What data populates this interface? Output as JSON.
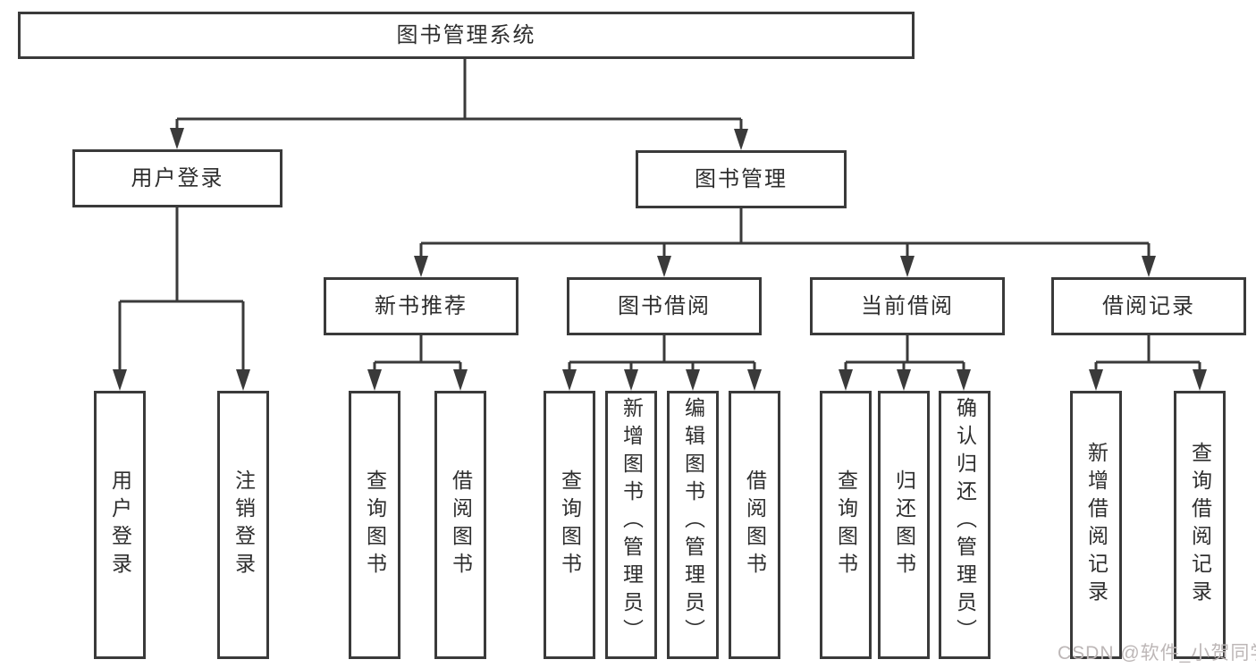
{
  "tree": {
    "root": {
      "label": "图书管理系统"
    },
    "branches": [
      {
        "label": "用户登录",
        "leaves": [
          "用户登录",
          "注销登录"
        ]
      },
      {
        "label": "图书管理",
        "groups": [
          {
            "label": "新书推荐",
            "leaves": [
              "查询图书",
              "借阅图书"
            ]
          },
          {
            "label": "图书借阅",
            "leaves": [
              "查询图书",
              "新增图书（管理员）",
              "编辑图书（管理员）",
              "借阅图书"
            ]
          },
          {
            "label": "当前借阅",
            "leaves": [
              "查询图书",
              "归还图书",
              "确认归还（管理员）"
            ]
          },
          {
            "label": "借阅记录",
            "leaves": [
              "新增借阅记录",
              "查询借阅记录"
            ]
          }
        ]
      }
    ]
  },
  "watermark": {
    "text": "CSDN @软件_小贺同学"
  },
  "colors": {
    "line": "#3a3a3a",
    "text": "#2e2e2e",
    "watermark": "#bdb7b7",
    "background": "#ffffff"
  }
}
